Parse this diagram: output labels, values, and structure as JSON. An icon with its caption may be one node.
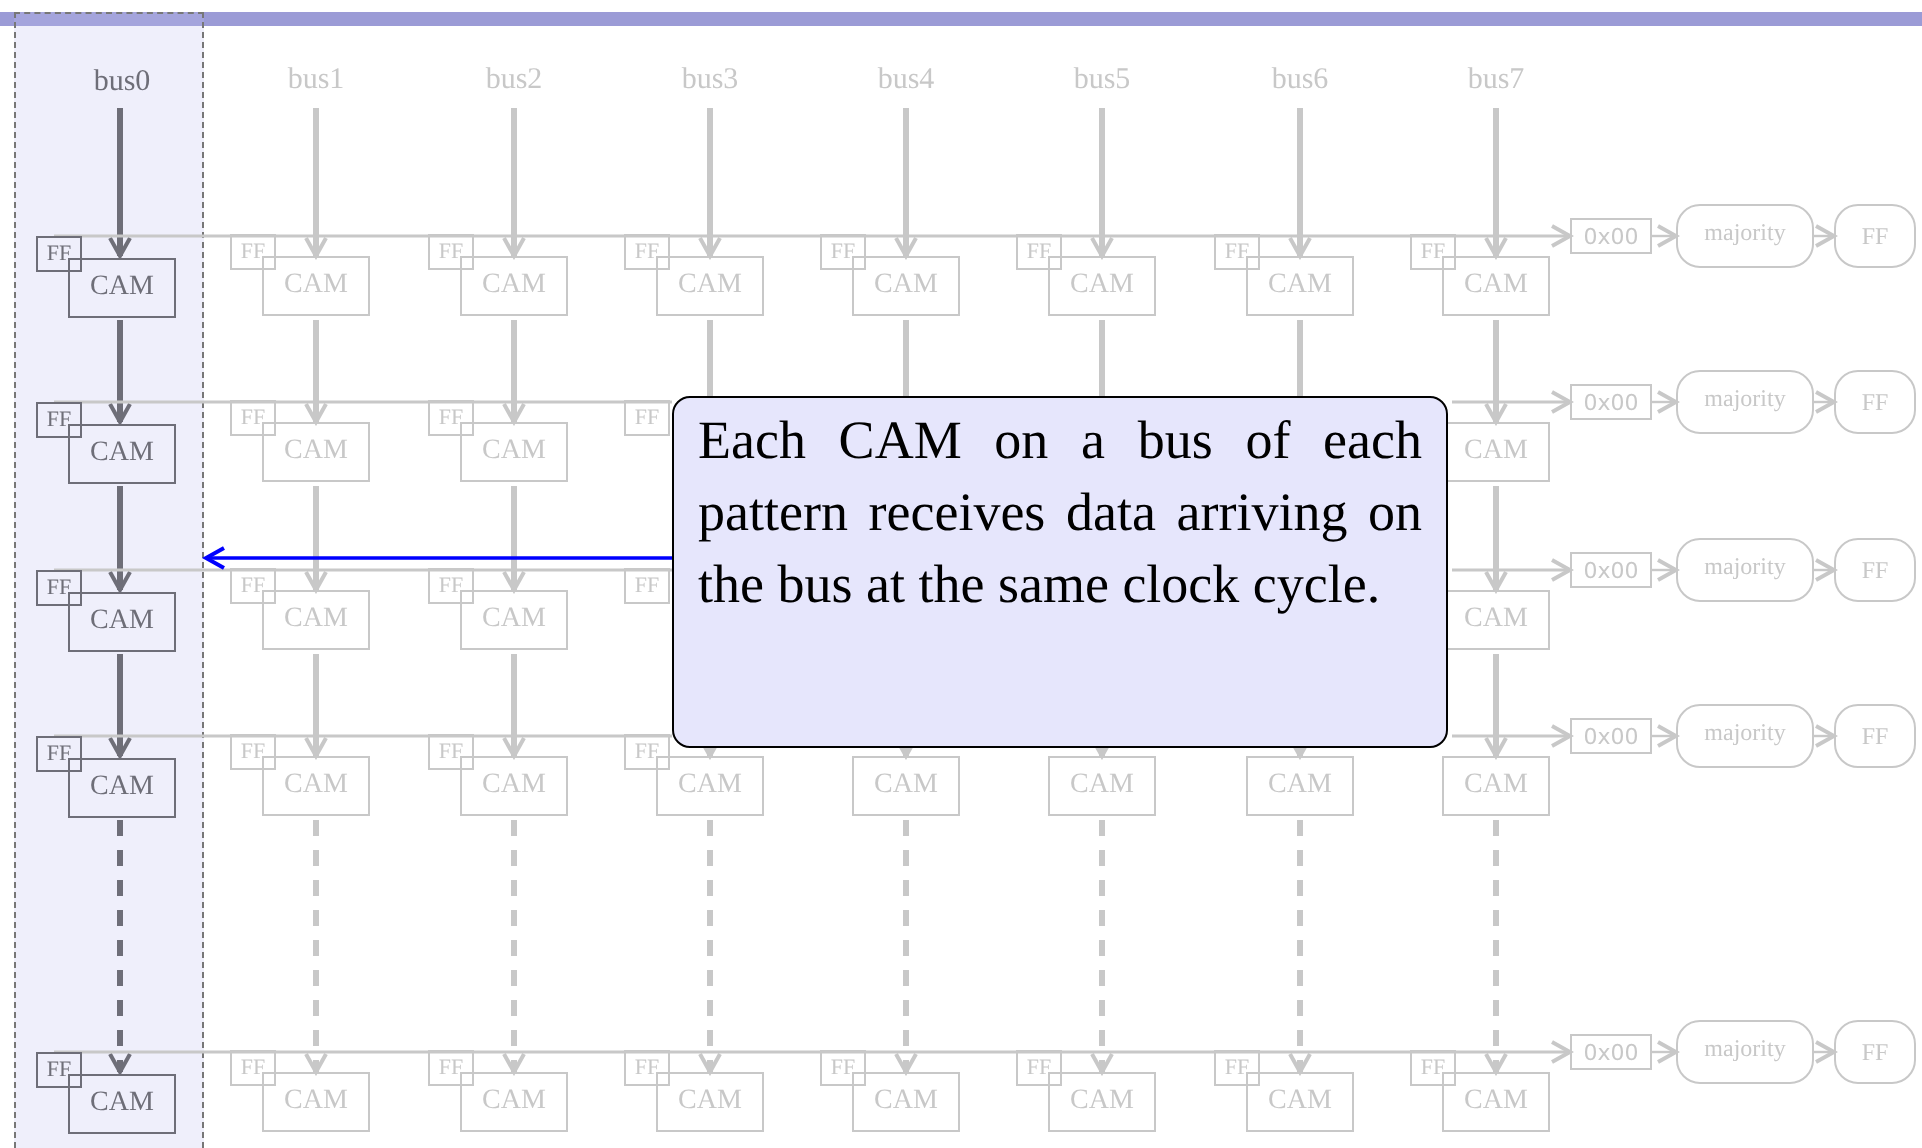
{
  "diagram": {
    "nodes": [
      {
        "text": [],
        "shape": "box"
      },
      {
        "text": [
          "bus0"
        ],
        "in": 0
      },
      {
        "text": [
          "bus1"
        ]
      },
      {
        "text": [
          "bus2"
        ]
      },
      {
        "text": [
          "bus3"
        ]
      },
      {
        "text": [
          "bus4"
        ]
      },
      {
        "text": [
          "bus5"
        ]
      },
      {
        "text": [
          "bus6"
        ]
      },
      {
        "text": [
          "bus7"
        ]
      },
      {
        "text": [
          "FF"
        ],
        "in": 0
      },
      {
        "text": [
          "CAM"
        ],
        "in": 0
      },
      {
        "text": [
          "FF"
        ]
      },
      {
        "text": [
          "CAM"
        ]
      },
      {
        "text": [
          "FF"
        ]
      },
      {
        "text": [
          "CAM"
        ]
      },
      {
        "text": [
          "FF"
        ]
      },
      {
        "text": [
          "CAM"
        ]
      },
      {
        "text": [
          "FF"
        ]
      },
      {
        "text": [
          "CAM"
        ]
      },
      {
        "text": [
          "FF"
        ]
      },
      {
        "text": [
          "CAM"
        ]
      },
      {
        "text": [
          "FF"
        ]
      },
      {
        "text": [
          "CAM"
        ]
      },
      {
        "text": [
          "FF"
        ]
      },
      {
        "text": [
          "CAM"
        ]
      },
      {
        "text": [
          "0x00"
        ]
      },
      {
        "text": [
          "majority"
        ]
      },
      {
        "text": [
          "FF"
        ]
      },
      {
        "text": [
          "FF"
        ],
        "in": 0
      },
      {
        "text": [
          "CAM"
        ],
        "in": 0
      },
      {
        "text": [
          "FF"
        ]
      },
      {
        "text": [
          "CAM"
        ]
      },
      {
        "text": [
          "FF"
        ]
      },
      {
        "text": [
          "CAM"
        ]
      },
      {
        "text": [
          "FF"
        ]
      },
      {
        "text": [
          "CAM"
        ]
      },
      {
        "text": [
          "0x00"
        ]
      },
      {
        "text": [
          "majority"
        ]
      },
      {
        "text": [
          "FF"
        ]
      },
      {
        "text": [
          "FF"
        ],
        "in": 0
      },
      {
        "text": [
          "CAM"
        ],
        "in": 0
      },
      {
        "text": [
          "FF"
        ]
      },
      {
        "text": [
          "CAM"
        ]
      },
      {
        "text": [
          "FF"
        ]
      },
      {
        "text": [
          "CAM"
        ]
      },
      {
        "text": [
          "FF"
        ]
      },
      {
        "text": [
          "CAM"
        ]
      },
      {
        "text": [
          "0x00"
        ]
      },
      {
        "text": [
          "majority"
        ]
      },
      {
        "text": [
          "FF"
        ]
      },
      {
        "text": [
          "FF"
        ],
        "in": 0
      },
      {
        "text": [
          "CAM"
        ],
        "in": 0
      },
      {
        "text": [
          "FF"
        ]
      },
      {
        "text": [
          "CAM"
        ]
      },
      {
        "text": [
          "FF"
        ]
      },
      {
        "text": [
          "CAM"
        ]
      },
      {
        "text": [
          "FF"
        ]
      },
      {
        "text": [
          "CAM"
        ]
      },
      {
        "text": [
          "CAM"
        ]
      },
      {
        "text": [
          "CAM"
        ]
      },
      {
        "text": [
          "CAM"
        ]
      },
      {
        "text": [
          "CAM"
        ]
      },
      {
        "text": [
          "0x00"
        ]
      },
      {
        "text": [
          "majority"
        ]
      },
      {
        "text": [
          "FF"
        ]
      },
      {
        "text": [
          "FF"
        ],
        "in": 0
      },
      {
        "text": [
          "CAM"
        ],
        "in": 0
      },
      {
        "text": [
          "FF"
        ]
      },
      {
        "text": [
          "CAM"
        ]
      },
      {
        "text": [
          "FF"
        ]
      },
      {
        "text": [
          "CAM"
        ]
      },
      {
        "text": [
          "FF"
        ]
      },
      {
        "text": [
          "CAM"
        ]
      },
      {
        "text": [
          "FF"
        ]
      },
      {
        "text": [
          "CAM"
        ]
      },
      {
        "text": [
          "FF"
        ]
      },
      {
        "text": [
          "CAM"
        ]
      },
      {
        "text": [
          "FF"
        ]
      },
      {
        "text": [
          "CAM"
        ]
      },
      {
        "text": [
          "FF"
        ]
      },
      {
        "text": [
          "CAM"
        ]
      },
      {
        "text": [
          "0x00"
        ]
      },
      {
        "text": [
          "majority"
        ]
      },
      {
        "text": [
          "FF"
        ]
      },
      {
        "text": [
          "Each CAM on a bus of each pattern receives data arriving on the bus at the same clock cycle."
        ]
      }
    ],
    "edges": [
      {
        "from": 1,
        "to": 10,
        "arrow": "to",
        "color": "#6e6e78"
      },
      {
        "from": 2,
        "to": 12,
        "arrow": "to"
      },
      {
        "from": 3,
        "to": 14,
        "arrow": "to"
      },
      {
        "from": 4,
        "to": 16,
        "arrow": "to"
      },
      {
        "from": 5,
        "to": 18,
        "arrow": "to"
      },
      {
        "from": 6,
        "to": 20,
        "arrow": "to"
      },
      {
        "from": 7,
        "to": 22,
        "arrow": "to"
      },
      {
        "from": 8,
        "to": 24,
        "arrow": "to"
      },
      {
        "from": 10,
        "to": 29,
        "arrow": "to",
        "color": "#6e6e78"
      },
      {
        "from": 12,
        "to": 31,
        "arrow": "to"
      },
      {
        "from": 14,
        "to": 33,
        "arrow": "to"
      },
      {
        "from": 24,
        "to": 35,
        "arrow": "to"
      },
      {
        "from": 16,
        "to": 84,
        "arrow": "none"
      },
      {
        "from": 18,
        "to": 84,
        "arrow": "none"
      },
      {
        "from": 20,
        "to": 84,
        "arrow": "none"
      },
      {
        "from": 22,
        "to": 84,
        "arrow": "none"
      },
      {
        "from": 84,
        "to": 57,
        "arrow": "to"
      },
      {
        "from": 84,
        "to": 58,
        "arrow": "to"
      },
      {
        "from": 84,
        "to": 59,
        "arrow": "to"
      },
      {
        "from": 84,
        "to": 60,
        "arrow": "to"
      },
      {
        "from": 29,
        "to": 40,
        "arrow": "to",
        "color": "#6e6e78"
      },
      {
        "from": 31,
        "to": 42,
        "arrow": "to"
      },
      {
        "from": 33,
        "to": 44,
        "arrow": "to"
      },
      {
        "from": 35,
        "to": 46,
        "arrow": "to"
      },
      {
        "from": 40,
        "to": 51,
        "arrow": "to",
        "color": "#6e6e78"
      },
      {
        "from": 42,
        "to": 53,
        "arrow": "to"
      },
      {
        "from": 44,
        "to": 55,
        "arrow": "to"
      },
      {
        "from": 46,
        "to": 61,
        "arrow": "to"
      },
      {
        "from": 51,
        "to": 66,
        "arrow": "to",
        "style": "dashed",
        "color": "#6e6e78"
      },
      {
        "from": 53,
        "to": 68,
        "arrow": "to",
        "style": "dashed"
      },
      {
        "from": 55,
        "to": 70,
        "arrow": "to",
        "style": "dashed"
      },
      {
        "from": 57,
        "to": 72,
        "arrow": "to",
        "style": "dashed"
      },
      {
        "from": 58,
        "to": 74,
        "arrow": "to",
        "style": "dashed"
      },
      {
        "from": 59,
        "to": 76,
        "arrow": "to",
        "style": "dashed"
      },
      {
        "from": 60,
        "to": 78,
        "arrow": "to",
        "style": "dashed"
      },
      {
        "from": 61,
        "to": 80,
        "arrow": "to",
        "style": "dashed"
      },
      {
        "from": 9,
        "to": 25,
        "arrow": "to"
      },
      {
        "from": 28,
        "to": 84,
        "arrow": "none"
      },
      {
        "from": 84,
        "to": 36,
        "arrow": "to"
      },
      {
        "from": 39,
        "to": 84,
        "arrow": "none"
      },
      {
        "from": 84,
        "to": 47,
        "arrow": "to"
      },
      {
        "from": 50,
        "to": 84,
        "arrow": "none"
      },
      {
        "from": 84,
        "to": 62,
        "arrow": "to"
      },
      {
        "from": 65,
        "to": 81,
        "arrow": "to"
      },
      {
        "from": 25,
        "to": 26,
        "arrow": "to"
      },
      {
        "from": 26,
        "to": 27,
        "arrow": "to"
      },
      {
        "from": 36,
        "to": 37,
        "arrow": "to"
      },
      {
        "from": 37,
        "to": 38,
        "arrow": "to"
      },
      {
        "from": 47,
        "to": 48,
        "arrow": "to"
      },
      {
        "from": 48,
        "to": 49,
        "arrow": "to"
      },
      {
        "from": 62,
        "to": 63,
        "arrow": "to"
      },
      {
        "from": 63,
        "to": 64,
        "arrow": "to"
      },
      {
        "from": 81,
        "to": 82,
        "arrow": "to"
      },
      {
        "from": 82,
        "to": 83,
        "arrow": "to"
      },
      {
        "from": 84,
        "to": 0,
        "arrow": "to",
        "color": "#0000ff"
      }
    ]
  }
}
